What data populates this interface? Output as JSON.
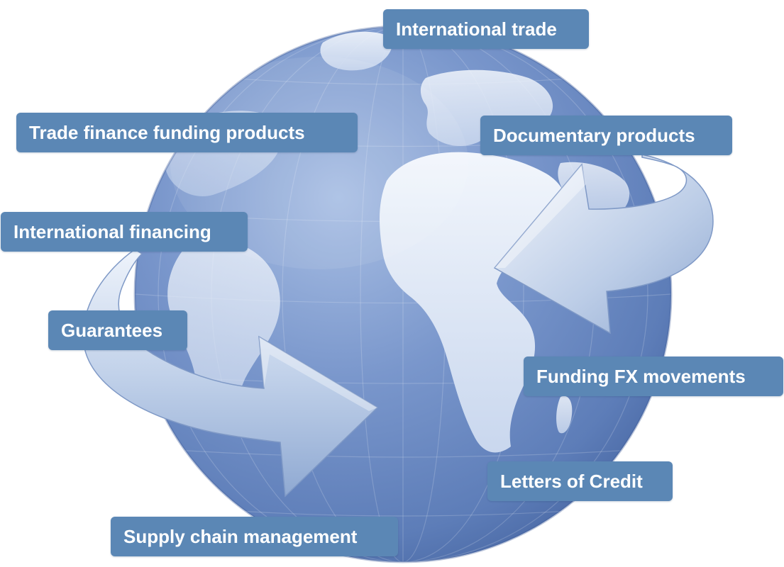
{
  "labels": {
    "international_trade": "International trade",
    "trade_finance_funding_products": "Trade finance funding products",
    "documentary_products": "Documentary products",
    "international_financing": "International financing",
    "guarantees": "Guarantees",
    "funding_fx_movements": "Funding FX movements",
    "letters_of_credit": "Letters of Credit",
    "supply_chain_management": "Supply chain management"
  },
  "colors": {
    "label_background": "#5b87b5",
    "label_text": "#ffffff",
    "globe_ocean": "#6f8fc6",
    "globe_land": "#dfe8f5",
    "arrow": "#b9cbe6"
  },
  "icons": {
    "globe": "globe-icon",
    "arrow_right": "curved-arrow-right-icon",
    "arrow_left": "curved-arrow-left-icon"
  }
}
